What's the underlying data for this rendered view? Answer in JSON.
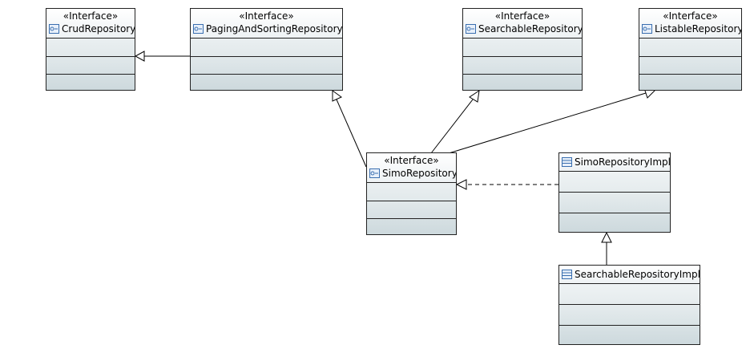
{
  "stereotype": "«Interface»",
  "elements": {
    "crud": {
      "name": "CrudRepository",
      "kind": "interface"
    },
    "paging": {
      "name": "PagingAndSortingRepository",
      "kind": "interface"
    },
    "searchable": {
      "name": "SearchableRepository",
      "kind": "interface"
    },
    "listable": {
      "name": "ListableRepository",
      "kind": "interface"
    },
    "simo": {
      "name": "SimoRepository",
      "kind": "interface"
    },
    "simoImpl": {
      "name": "SimoRepositoryImpl",
      "kind": "class"
    },
    "searchableImpl": {
      "name": "SearchableRepositoryImpl",
      "kind": "class"
    }
  },
  "relations": [
    {
      "from": "paging",
      "to": "crud",
      "type": "generalization"
    },
    {
      "from": "simo",
      "to": "paging",
      "type": "generalization"
    },
    {
      "from": "simo",
      "to": "searchable",
      "type": "generalization"
    },
    {
      "from": "simo",
      "to": "listable",
      "type": "generalization"
    },
    {
      "from": "simoImpl",
      "to": "simo",
      "type": "realization"
    },
    {
      "from": "searchableImpl",
      "to": "simoImpl",
      "type": "generalization"
    }
  ],
  "colors": {
    "line": "#000000",
    "box_top": "#f7f9fa",
    "box_bottom": "#cdd9dd",
    "icon": "#3a6fb0"
  }
}
